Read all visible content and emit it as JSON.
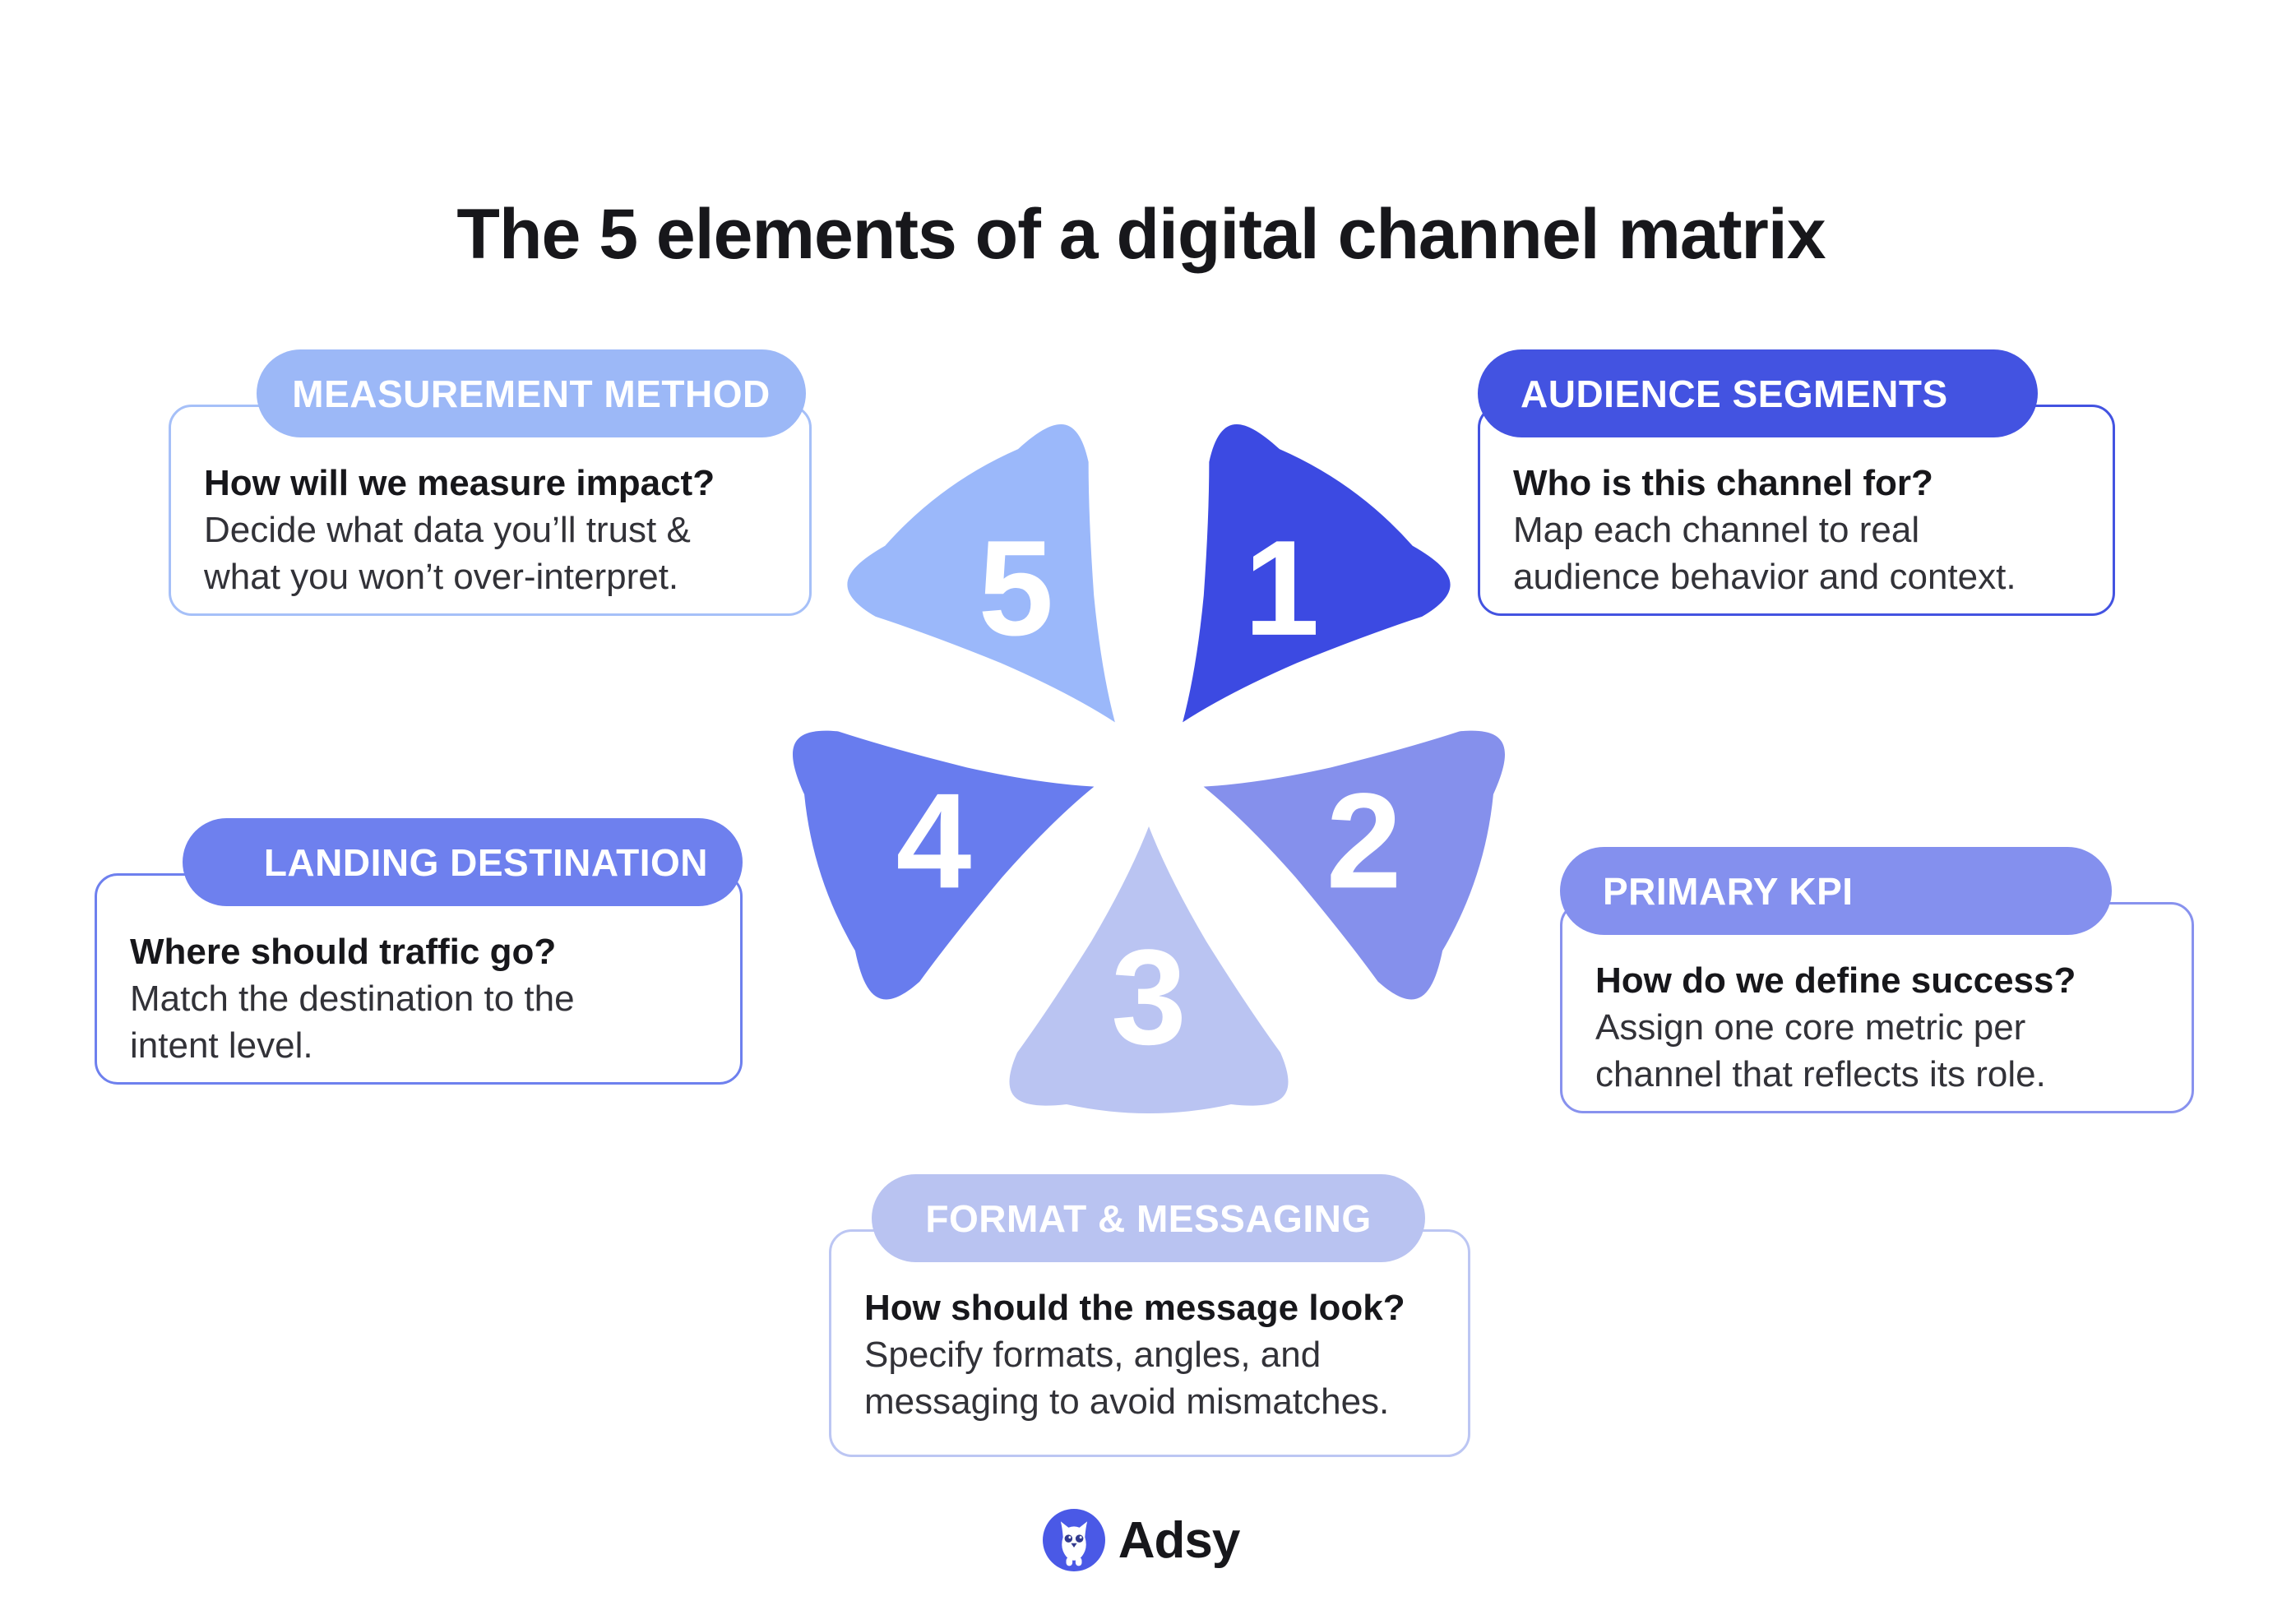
{
  "title": "The 5 elements of a digital channel matrix",
  "title_color": "#17171b",
  "background": "#ffffff",
  "cards": {
    "measurement": {
      "label": "MEASUREMENT METHOD",
      "heading": "How will we measure impact?",
      "body_lines": [
        "Decide what data you’ll trust &",
        "what you won’t over-interpret."
      ],
      "color": "#9cb8f7",
      "border_color": "#a6c0f8"
    },
    "audience": {
      "label": "AUDIENCE SEGMENTS",
      "heading": "Who is this channel for?",
      "body_lines": [
        "Map each channel to real",
        "audience behavior and context."
      ],
      "color": "#4353e1",
      "border_color": "#4353e1"
    },
    "landing": {
      "label": "LANDING DESTINATION",
      "heading": "Where should traffic go?",
      "body_lines": [
        "Match the destination to the",
        "intent level."
      ],
      "color": "#6e80ee",
      "border_color": "#6e80ee"
    },
    "kpi": {
      "label": "PRIMARY KPI",
      "heading": "How do we define success?",
      "body_lines": [
        "Assign one core metric per",
        "channel that reflects its role."
      ],
      "color": "#8490ee",
      "border_color": "#8892ee"
    },
    "format": {
      "label": "FORMAT & MESSAGING",
      "heading": "How should the message look?",
      "body_lines": [
        "Specify formats, angles, and",
        "messaging to avoid mismatches."
      ],
      "color": "#b9c3f1",
      "border_color": "#bcc6f3"
    }
  },
  "petals": [
    {
      "number": "1",
      "color": "#3c4ae2"
    },
    {
      "number": "2",
      "color": "#8590ec"
    },
    {
      "number": "3",
      "color": "#bac4f2"
    },
    {
      "number": "4",
      "color": "#687cee"
    },
    {
      "number": "5",
      "color": "#9bb8fa"
    }
  ],
  "petal_number_color": "#ffffff",
  "footer": {
    "brand": "Adsy",
    "logo_color": "#4a59e6",
    "owl_color": "#ffffff",
    "eye_color": "#323a8e"
  }
}
